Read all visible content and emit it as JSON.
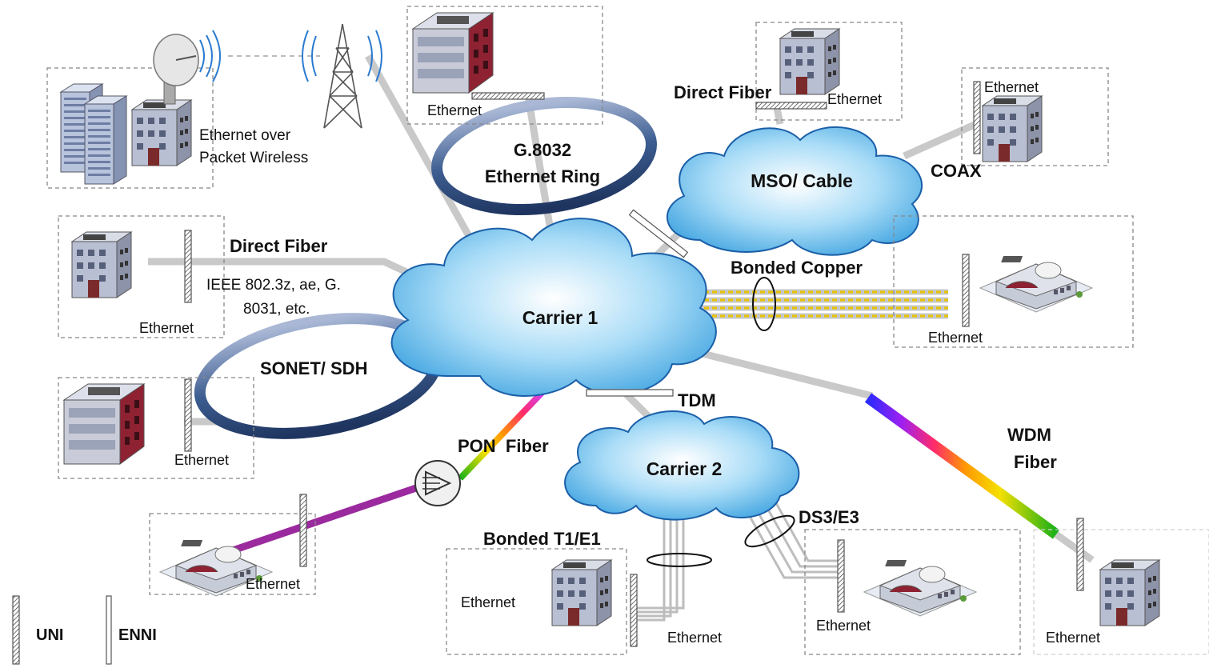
{
  "clouds": {
    "carrier1": "Carrier 1",
    "carrier2": "Carrier 2",
    "mso": "MSO/ Cable"
  },
  "labels": {
    "wireless_line1": "Ethernet over",
    "wireless_line2": "Packet Wireless",
    "ring_line1": "G.8032",
    "ring_line2": "Ethernet Ring",
    "direct_fiber_left": "Direct Fiber",
    "direct_fiber_top": "Direct Fiber",
    "ieee_line1": "IEEE 802.3z, ae, G.",
    "ieee_line2": "8031, etc.",
    "sonet": "SONET/ SDH",
    "coax": "COAX",
    "bonded_copper": "Bonded Copper",
    "tdm": "TDM",
    "pon": "PON  Fiber",
    "wdm_line1": "WDM",
    "wdm_line2": "Fiber",
    "bonded_t1": "Bonded T1/E1",
    "ds3": "DS3/E3"
  },
  "ethernet_labels": {
    "top_center": "Ethernet",
    "top_right1": "Ethernet",
    "top_right2": "Ethernet",
    "left_mid": "Ethernet",
    "right_mid": "Ethernet",
    "left_low": "Ethernet",
    "pon_site": "Ethernet",
    "t1_site_left": "Ethernet",
    "t1_site_bottom": "Ethernet",
    "ds3_site": "Ethernet",
    "wdm_site": "Ethernet"
  },
  "legend": {
    "uni": "UNI",
    "enni": "ENNI"
  },
  "colors": {
    "cloud_fill": "#7cc8f0",
    "cloud_stroke": "#1a5fa8",
    "link_gray": "#c8c8c8",
    "ring_blue": "#3d5e91",
    "pon_purple": "#9b2a9e"
  }
}
